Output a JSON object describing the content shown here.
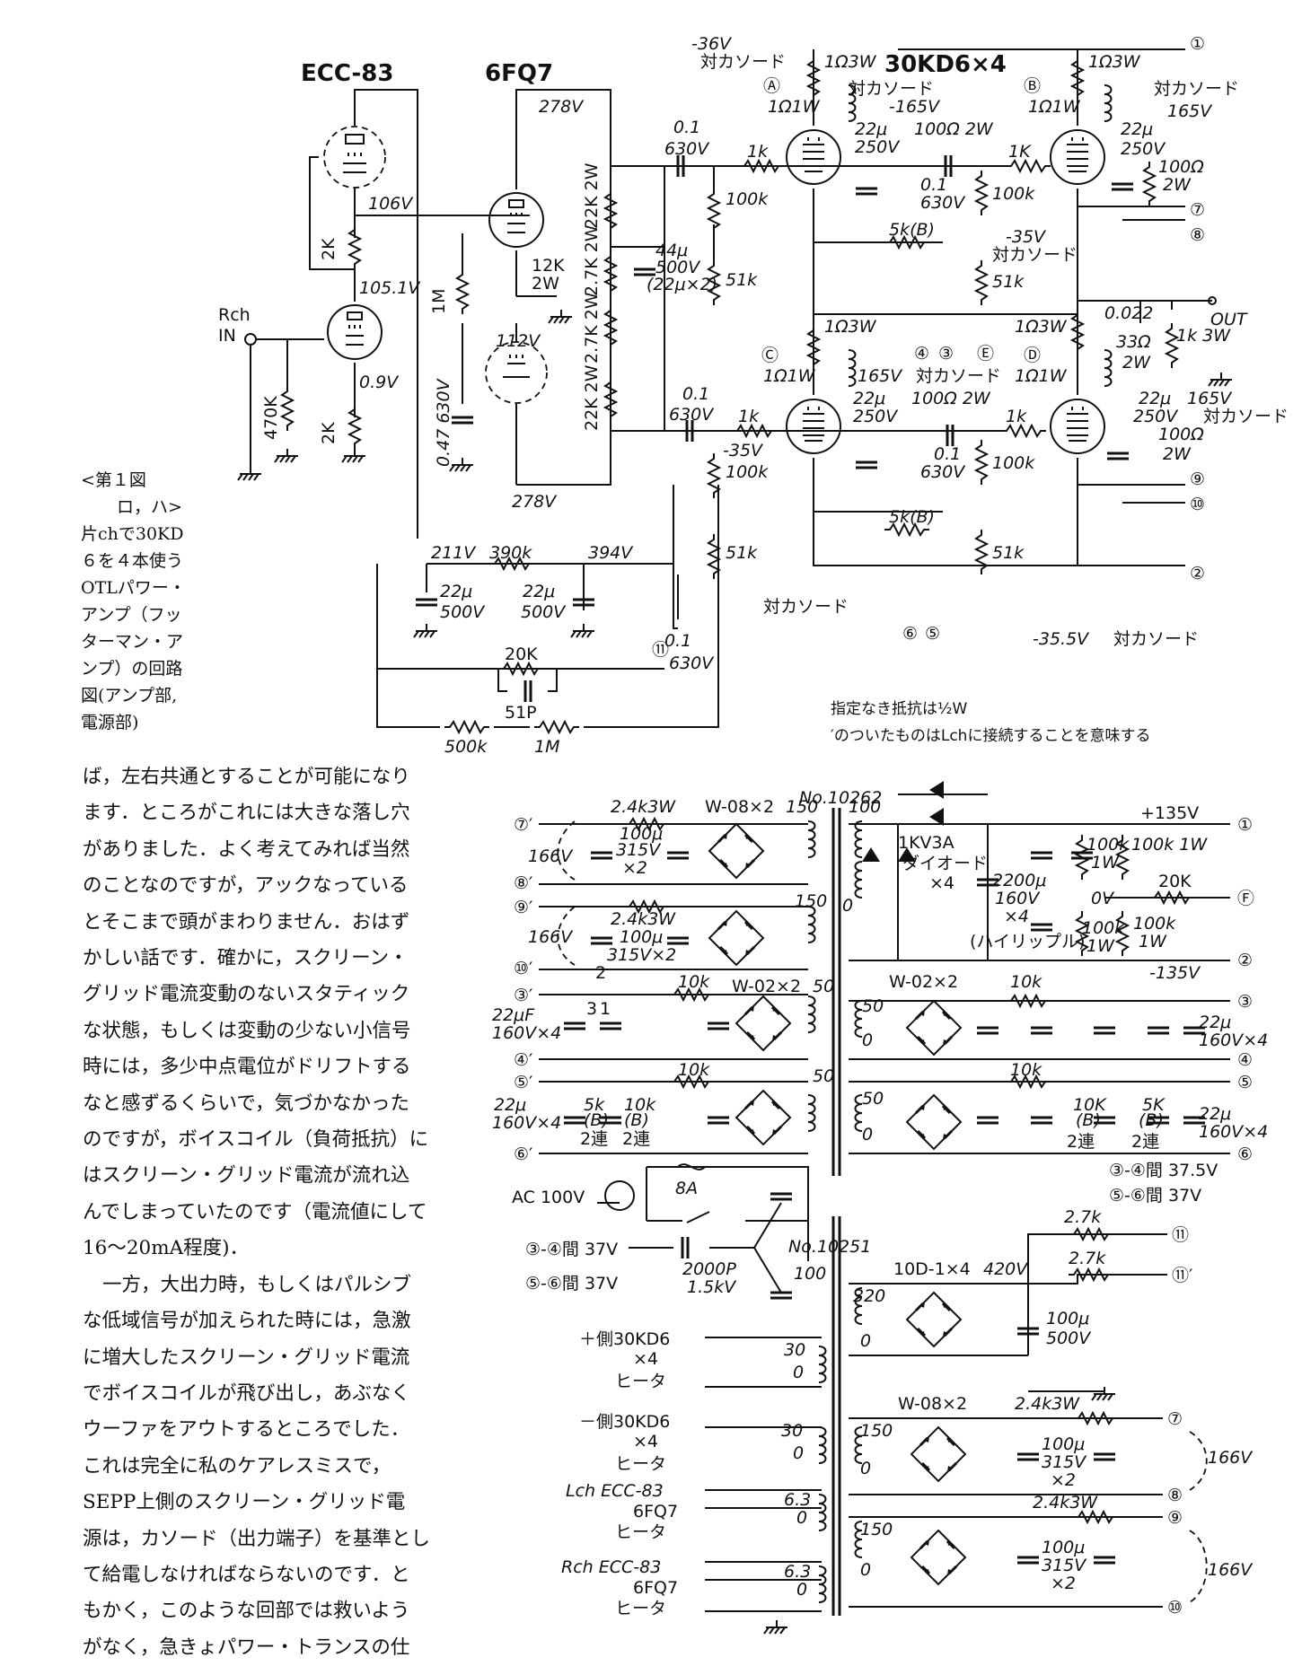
{
  "tubes": {
    "t1": "ECC-83",
    "t2": "6FQ7",
    "out": "30KD6×4"
  },
  "caption": [
    "<第１図",
    "ロ，ハ>",
    "片chで30KD",
    "６を４本使う",
    "OTLパワー・",
    "アンプ（フッ",
    "ターマン・ア",
    "ンプ）の回路",
    "図(アンプ部,",
    "電源部)"
  ],
  "notes": {
    "note1": "指定なき抵抗は½W",
    "note2": "′のついたものはLchに接続することを意味する"
  },
  "body": [
    "ば，左右共通とすることが可能になり",
    "ます．ところがこれには大きな落し穴",
    "がありました．よく考えてみれば当然",
    "のことなのですが，アックなっている",
    "とそこまで頭がまわりません．おはず",
    "かしい話です．確かに，スクリーン・",
    "グリッド電流変動のないスタティック",
    "な状態，もしくは変動の少ない小信号",
    "時には，多少中点電位がドリフトする",
    "なと感ずるくらいで，気づかなかった",
    "のですが，ボイスコイル（負荷抵抗）に",
    "はスクリーン・グリッド電流が流れ込",
    "んでしまっていたのです（電流値にして",
    "16〜20mA程度)．",
    "一方，大出力時，もしくはパルシブ",
    "な低域信号が加えられた時には，急激",
    "に増大したスクリーン・グリッド電流",
    "でボイスコイルが飛び出し，あぶなく",
    "ウーファをアウトするところでした．",
    "これは完全に私のケアレスミスで，",
    "SEPP上側のスクリーン・グリッド電",
    "源は，カソード（出力端子）を基準とし",
    "て給電しなければならないのです．と",
    "もかく，このような回部では救いよう",
    "がなく，急きょパワー・トランスの仕"
  ],
  "amp": {
    "input": [
      "Rch",
      "IN"
    ],
    "v278a": "278V",
    "v278b": "278V",
    "v106": "106V",
    "v1051": "105.1V",
    "v09": "0.9V",
    "v112": "112V",
    "v211": "211V",
    "v394": "394V",
    "vm36": "-36V",
    "vm165": "-165V",
    "vm35a": "-35V",
    "vm35b": "-35V",
    "v165a": "165V",
    "v165b": "165V",
    "v165c": "165V",
    "vm355": "-35.5V",
    "r_2k_a": "2K",
    "r_2k_b": "2K",
    "r_470k": "470K",
    "r_1m_a": "1M",
    "r_1m_b": "1M",
    "r_12k": "12K",
    "r_2w": "2W",
    "r_22k2w_a": "22K 2W",
    "r_27k2w_a": "2.7K 2W",
    "r_27k2w_b": "2.7K 2W",
    "r_22k2w_b": "22K 2W",
    "r_390k": "390k",
    "r_20k": "20K",
    "c_51p": "51P",
    "r_500k": "500k",
    "c_047": "0.47 630V",
    "c_44u": "44μ",
    "c_44u_v": "500V",
    "c_44u_n": "(22μ×2)",
    "c_22u_a": "22μ",
    "c_22u_av": "500V",
    "c_22u_b": "22μ",
    "c_22u_bv": "500V",
    "c_01_a": "0.1",
    "c_630_a": "630V",
    "c_01_b": "0.1",
    "c_630_b": "630V",
    "c_01_c": "0.1",
    "c_630_c": "630V",
    "c_01_d": "0.1",
    "c_630_d": "630V",
    "c_01_e": "0.1",
    "c_630_e": "630V",
    "r_1k_a": "1k",
    "r_1k_b": "1K",
    "r_1k_c": "1k",
    "r_1k_d": "1k",
    "r_100k_a": "100k",
    "r_100k_b": "100k",
    "r_100k_c": "100k",
    "r_100k_d": "100k",
    "r_51k_a": "51k",
    "r_51k_b": "51k",
    "r_51k_c": "51k",
    "r_51k_d": "51k",
    "r_5kb_a": "5k(B)",
    "r_5kb_b": "5k(B)",
    "r_13w_a": "1Ω3W",
    "r_13w_b": "1Ω3W",
    "r_13w_c": "1Ω3W",
    "r_13w_d": "1Ω3W",
    "r_11w_a": "1Ω1W",
    "r_11w_b": "1Ω1W",
    "r_11w_c": "1Ω1W",
    "r_11w_d": "1Ω1W",
    "c_22u_c": "22μ",
    "c_250_c": "250V",
    "c_22u_d": "22μ",
    "c_250_d": "250V",
    "c_22u_e": "22μ",
    "c_250_e": "250V",
    "c_22u_f": "22μ",
    "c_250_f": "250V",
    "r_100r2w_a": "100Ω 2W",
    "r_100r2w_b": "100Ω",
    "r_2w_b": "2W",
    "r_100r2w_c": "100Ω 2W",
    "r_100r2w_d": "100Ω",
    "r_2w_d": "2W",
    "c_0022": "0.022",
    "r_33": "33Ω",
    "r_33w": "2W",
    "r_1k3w": "1k 3W",
    "out": "OUT",
    "tsk_a": "対カソード",
    "tsk_b": "対カソード",
    "tsk_c": "対カソード",
    "tsk_d": "対カソード",
    "tsk_e": "対カソード",
    "tsk_f": "対カソード",
    "tsk_g": "対カソード",
    "tsk_h": "対カソード",
    "n1": "①",
    "n2": "②",
    "n7": "⑦",
    "n8": "⑧",
    "n9": "⑨",
    "n10": "⑩",
    "n11": "⑪",
    "nA": "Ⓐ",
    "nB": "Ⓑ",
    "nC": "Ⓒ",
    "nD": "Ⓓ",
    "nE": "Ⓔ",
    "n4": "④",
    "n3": "③",
    "n6": "⑥",
    "n5": "⑤"
  },
  "psu": {
    "t1": "No.10262",
    "t2": "No.10251",
    "w08": "W-08×2",
    "w02a": "W-02×2",
    "w02b": "W-02×2",
    "w08b": "W-08×2",
    "d10": "10D-1×4",
    "v135p": "+135V",
    "v135m": "-135V",
    "v0": "0V",
    "v420": "420V",
    "r24k3w_a": "2.4k3W",
    "r24k3w_b": "2.4k3W",
    "r24k3w_c": "2.4k3W",
    "r24k3w_d": "2.4k3W",
    "c100u_a": "100μ",
    "c315_a": "315V",
    "cx2_a": "×2",
    "c100u_b": "100μ",
    "c315_b": "315V×2",
    "c100u_c": "100μ",
    "c315_c": "315V",
    "cx2_c": "×2",
    "c100u_d": "100μ",
    "c315_d": "315V",
    "cx2_d": "×2",
    "v166_a": "166V",
    "v166_b": "166V",
    "v166_c": "166V",
    "v166_d": "166V",
    "n150_a": "150",
    "n100": "100",
    "n150_b": "150",
    "n0_a": "0",
    "n50_a": "50",
    "n50_b": "50",
    "n50_c": "50",
    "n50_d": "50",
    "n0_b": "0",
    "n0_c": "0",
    "n320": "320",
    "n0_d": "0",
    "n30_a": "30",
    "n0_e": "0",
    "n30_b": "30",
    "n0_f": "0",
    "n63_a": "6.3",
    "n0_g": "0",
    "n63_b": "6.3",
    "n0_h": "0",
    "n150_c": "150",
    "n0_i": "0",
    "n150_d": "150",
    "n0_j": "0",
    "n100b": "100",
    "d1kv": "1KV3A",
    "d1kv_b": "ダイオード",
    "d1kv_c": "×4",
    "c2200": "2200μ",
    "c2200_v": "160V",
    "c2200_n": "×4",
    "hiripple": "(ハイリップル)",
    "r100k1w_a": "100k",
    "r100k1w_av": "1W",
    "r100k1w_b": "100k 1W",
    "r100k1w_c": "100k",
    "r100k1w_cv": "1W",
    "r100k1w_d": "100k",
    "r100k1w_dv": "1W",
    "r20k": "20K",
    "nF": "Ⓕ",
    "c22u_a": "22μF",
    "c160_a": "160V×4",
    "c22u_b": "22μ",
    "c160_b": "160V×4",
    "c22u_c": "22μ",
    "c160_c": "160V×4",
    "c22u_d": "22μ",
    "c160_d": "160V×4",
    "r10k_a": "10k",
    "r10k_b": "10k",
    "r10k_c": "10k",
    "r10k_d": "10k",
    "r5kB_a": "5k",
    "r5kB_an": "(B)",
    "r5kB_aw": "2連",
    "r10kB_a": "10k",
    "r10kB_an": "(B)",
    "r10kB_aw": "2連",
    "r10kB_b": "10K",
    "r10kB_bn": "(B)",
    "r10kB_bw": "2連",
    "r5kB_b": "5K",
    "r5kB_bn": "(B)",
    "r5kB_bw": "2連",
    "v375": "③-④間 37.5V",
    "v37": "⑤-⑥間 37V",
    "v34a": "③-④間 37V",
    "v56a": "⑤-⑥間 37V",
    "ac": "AC 100V",
    "fuse": "8A",
    "c2000": "2000P",
    "c2000_v": "1.5kV",
    "r27k_a": "2.7k",
    "r27k_b": "2.7k",
    "c100u_e": "100μ",
    "c500_e": "500V",
    "htr_p1": "＋側30KD6",
    "htr_p2": "×4",
    "htr_p3": "ヒータ",
    "htr_m1": "－側30KD6",
    "htr_m2": "×4",
    "htr_m3": "ヒータ",
    "htr_l1": "Lch ECC-83",
    "htr_l2": "6FQ7",
    "htr_l3": "ヒータ",
    "htr_r1": "Rch ECC-83",
    "htr_r2": "6FQ7",
    "htr_r3": "ヒータ",
    "p1": "①",
    "pF": "Ⓕ",
    "p2": "②",
    "p3": "③",
    "p4": "④",
    "p5": "⑤",
    "p6": "⑥",
    "p7q": "⑦′",
    "p8q": "⑧′",
    "p9q": "⑨′",
    "p10q": "⑩′",
    "p3q": "③′",
    "p4q": "④′",
    "p5q": "⑤′",
    "p6q": "⑥′",
    "p11": "⑪",
    "p11q": "⑪′",
    "p7": "⑦",
    "p8": "⑧",
    "p9": "⑨",
    "p10": "⑩",
    "m1": "1",
    "m2": "2",
    "m3": "3"
  }
}
